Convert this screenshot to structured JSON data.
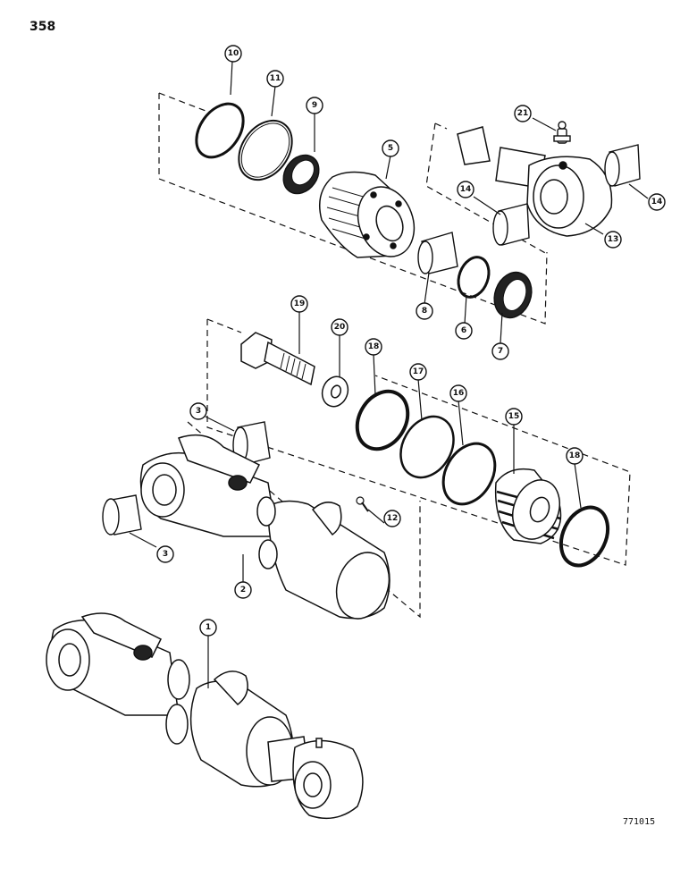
{
  "page": {
    "number": "358",
    "reference": "771015"
  },
  "callouts": [
    "10",
    "11",
    "9",
    "5",
    "21",
    "14",
    "14",
    "13",
    "8",
    "6",
    "7",
    "19",
    "20",
    "18",
    "17",
    "16",
    "15",
    "18",
    "3",
    "3",
    "12",
    "2",
    "1"
  ],
  "parts": [
    {
      "id": "1",
      "name": "cylinder-assembly-icon"
    },
    {
      "id": "2",
      "name": "barrel-icon"
    },
    {
      "id": "3",
      "name": "bushing-icon"
    },
    {
      "id": "5",
      "name": "gland-icon"
    },
    {
      "id": "6",
      "name": "backup-ring-icon"
    },
    {
      "id": "7",
      "name": "wiper-seal-icon"
    },
    {
      "id": "8",
      "name": "gland-bushing-icon"
    },
    {
      "id": "9",
      "name": "seal-icon"
    },
    {
      "id": "10",
      "name": "o-ring-icon"
    },
    {
      "id": "11",
      "name": "backup-ring-icon"
    },
    {
      "id": "12",
      "name": "setscrew-icon"
    },
    {
      "id": "13",
      "name": "rod-icon"
    },
    {
      "id": "14",
      "name": "rod-bushing-icon"
    },
    {
      "id": "15",
      "name": "piston-icon"
    },
    {
      "id": "16",
      "name": "piston-seal-icon"
    },
    {
      "id": "17",
      "name": "o-ring-icon"
    },
    {
      "id": "18",
      "name": "wear-ring-icon"
    },
    {
      "id": "19",
      "name": "bolt-icon"
    },
    {
      "id": "20",
      "name": "washer-icon"
    },
    {
      "id": "21",
      "name": "grease-fitting-icon"
    }
  ]
}
